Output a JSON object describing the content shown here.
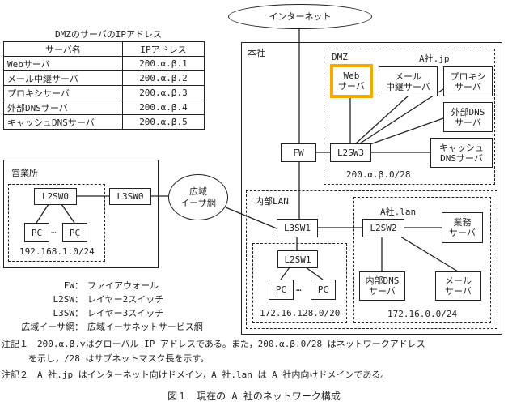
{
  "table": {
    "title": "DMZのサーバのIPアドレス",
    "headers": [
      "サーバ名",
      "IPアドレス"
    ],
    "rows": [
      [
        "Webサーバ",
        "200.α.β.1"
      ],
      [
        "メール中継サーバ",
        "200.α.β.2"
      ],
      [
        "プロキシサーバ",
        "200.α.β.3"
      ],
      [
        "外部DNSサーバ",
        "200.α.β.4"
      ],
      [
        "キャッシュDNSサーバ",
        "200.α.β.5"
      ]
    ]
  },
  "internet": "インターネット",
  "honsha": {
    "label": "本社",
    "fw": "FW",
    "dmz": {
      "label": "DMZ",
      "domain": "A社.jp",
      "web": "Web\nサーバ",
      "mail_relay": "メール\n中継サーバ",
      "proxy": "プロキシ\nサーバ",
      "ext_dns": "外部DNS\nサーバ",
      "cache_dns": "キャッシュ\nDNSサーバ",
      "switch": "L2SW3",
      "network": "200.α.β.0/28",
      "highlight_color": "#F5A800"
    },
    "lan": {
      "label": "内部LAN",
      "l3sw": "L3SW1",
      "l2sw1": "L2SW1",
      "pc": "PC",
      "ellipsis": "…",
      "pc_network": "172.16.128.0/20",
      "domain": "A社.lan",
      "l2sw2": "L2SW2",
      "business": "業務\nサーバ",
      "int_dns": "内部DNS\nサーバ",
      "mail": "メール\nサーバ",
      "server_network": "172.16.0.0/24"
    }
  },
  "branch": {
    "label": "営業所",
    "l2sw": "L2SW0",
    "l3sw": "L3SW0",
    "pc": "PC",
    "ellipsis": "…",
    "network": "192.168.1.0/24"
  },
  "wan": "広域\nイーサ網",
  "legend": [
    {
      "key": "FW：",
      "value": "ファイアウォール"
    },
    {
      "key": "L2SW：",
      "value": "レイヤー2スイッチ"
    },
    {
      "key": "L3SW：",
      "value": "レイヤー3スイッチ"
    },
    {
      "key": "広域イーサ網：",
      "value": "広域イーサネットサービス網"
    }
  ],
  "notes": [
    "注記１　200.α.β.γはグローバル IP アドレスである。また，200.α.β.0/28 はネットワークアドレス",
    "　　　を示し，/28 はサブネットマスク長を示す。",
    "注記２　A 社.jp はインターネット向けドメイン，A 社.lan は A 社内向けドメインである。"
  ],
  "caption": "図１　現在の A 社のネットワーク構成"
}
